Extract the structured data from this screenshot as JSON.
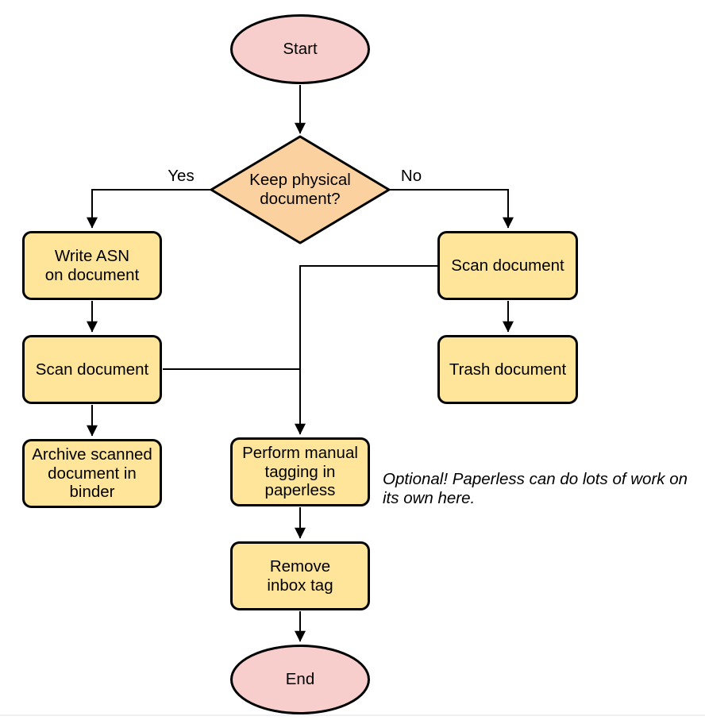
{
  "diagram": {
    "type": "flowchart",
    "title_hint": "Paperless document intake workflow",
    "nodes": {
      "start": {
        "shape": "terminal-ellipse",
        "label": "Start"
      },
      "decision": {
        "shape": "decision-diamond",
        "label": "Keep physical\ndocument?"
      },
      "write_asn": {
        "shape": "process",
        "label": "Write ASN\non document"
      },
      "scan_left": {
        "shape": "process",
        "label": "Scan document"
      },
      "archive": {
        "shape": "process",
        "label": "Archive scanned\ndocument in\nbinder"
      },
      "scan_right": {
        "shape": "process",
        "label": "Scan document"
      },
      "trash": {
        "shape": "process",
        "label": "Trash document"
      },
      "tagging": {
        "shape": "process",
        "label": "Perform manual\ntagging in\npaperless"
      },
      "remove_inbox": {
        "shape": "process",
        "label": "Remove\ninbox tag"
      },
      "end": {
        "shape": "terminal-ellipse",
        "label": "End"
      }
    },
    "edge_labels": {
      "yes": "Yes",
      "no": "No"
    },
    "edges": [
      {
        "from": "start",
        "to": "decision",
        "label": ""
      },
      {
        "from": "decision",
        "to": "write_asn",
        "label": "Yes"
      },
      {
        "from": "decision",
        "to": "scan_right",
        "label": "No"
      },
      {
        "from": "write_asn",
        "to": "scan_left",
        "label": ""
      },
      {
        "from": "scan_left",
        "to": "archive",
        "label": ""
      },
      {
        "from": "scan_left",
        "to": "tagging",
        "label": ""
      },
      {
        "from": "scan_right",
        "to": "trash",
        "label": ""
      },
      {
        "from": "scan_right",
        "to": "tagging",
        "label": ""
      },
      {
        "from": "tagging",
        "to": "remove_inbox",
        "label": ""
      },
      {
        "from": "remove_inbox",
        "to": "end",
        "label": ""
      }
    ],
    "note": "Optional! Paperless can do lots of work on\nits own here.",
    "colors": {
      "terminal_fill": "#f8cecc",
      "decision_fill": "#fbd1a0",
      "process_fill": "#ffe599",
      "stroke": "#000000"
    }
  }
}
